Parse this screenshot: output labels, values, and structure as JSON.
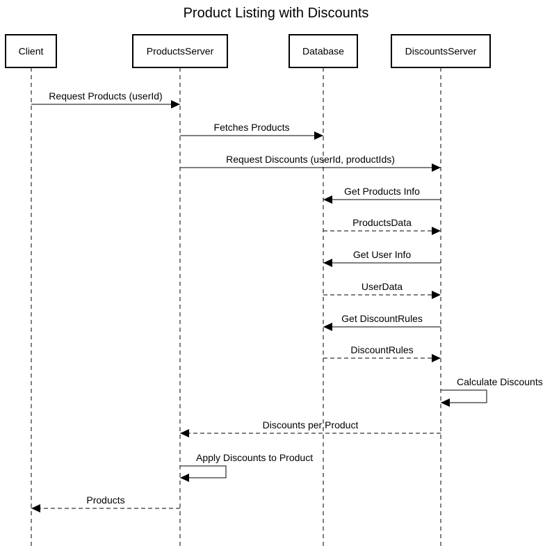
{
  "title": "Product Listing with Discounts",
  "participants": [
    {
      "id": "client",
      "label": "Client"
    },
    {
      "id": "products_server",
      "label": "ProductsServer"
    },
    {
      "id": "database",
      "label": "Database"
    },
    {
      "id": "discounts_server",
      "label": "DiscountsServer"
    }
  ],
  "messages": [
    {
      "from": "client",
      "to": "products_server",
      "label": "Request Products (userId)",
      "style": "solid"
    },
    {
      "from": "products_server",
      "to": "database",
      "label": "Fetches Products",
      "style": "solid"
    },
    {
      "from": "products_server",
      "to": "discounts_server",
      "label": "Request Discounts (userId, productIds)",
      "style": "solid"
    },
    {
      "from": "discounts_server",
      "to": "database",
      "label": "Get Products Info",
      "style": "solid"
    },
    {
      "from": "database",
      "to": "discounts_server",
      "label": "ProductsData",
      "style": "dashed"
    },
    {
      "from": "discounts_server",
      "to": "database",
      "label": "Get User Info",
      "style": "solid"
    },
    {
      "from": "database",
      "to": "discounts_server",
      "label": "UserData",
      "style": "dashed"
    },
    {
      "from": "discounts_server",
      "to": "database",
      "label": "Get DiscountRules",
      "style": "solid"
    },
    {
      "from": "database",
      "to": "discounts_server",
      "label": "DiscountRules",
      "style": "dashed"
    },
    {
      "from": "discounts_server",
      "to": "discounts_server",
      "label": "Calculate Discounts",
      "style": "solid"
    },
    {
      "from": "discounts_server",
      "to": "products_server",
      "label": "Discounts per Product",
      "style": "dashed"
    },
    {
      "from": "products_server",
      "to": "products_server",
      "label": "Apply Discounts to Product",
      "style": "solid"
    },
    {
      "from": "products_server",
      "to": "client",
      "label": "Products",
      "style": "dashed"
    }
  ],
  "colors": {
    "line": "#000000",
    "box_fill": "#ffffff",
    "background": "#ffffff"
  }
}
